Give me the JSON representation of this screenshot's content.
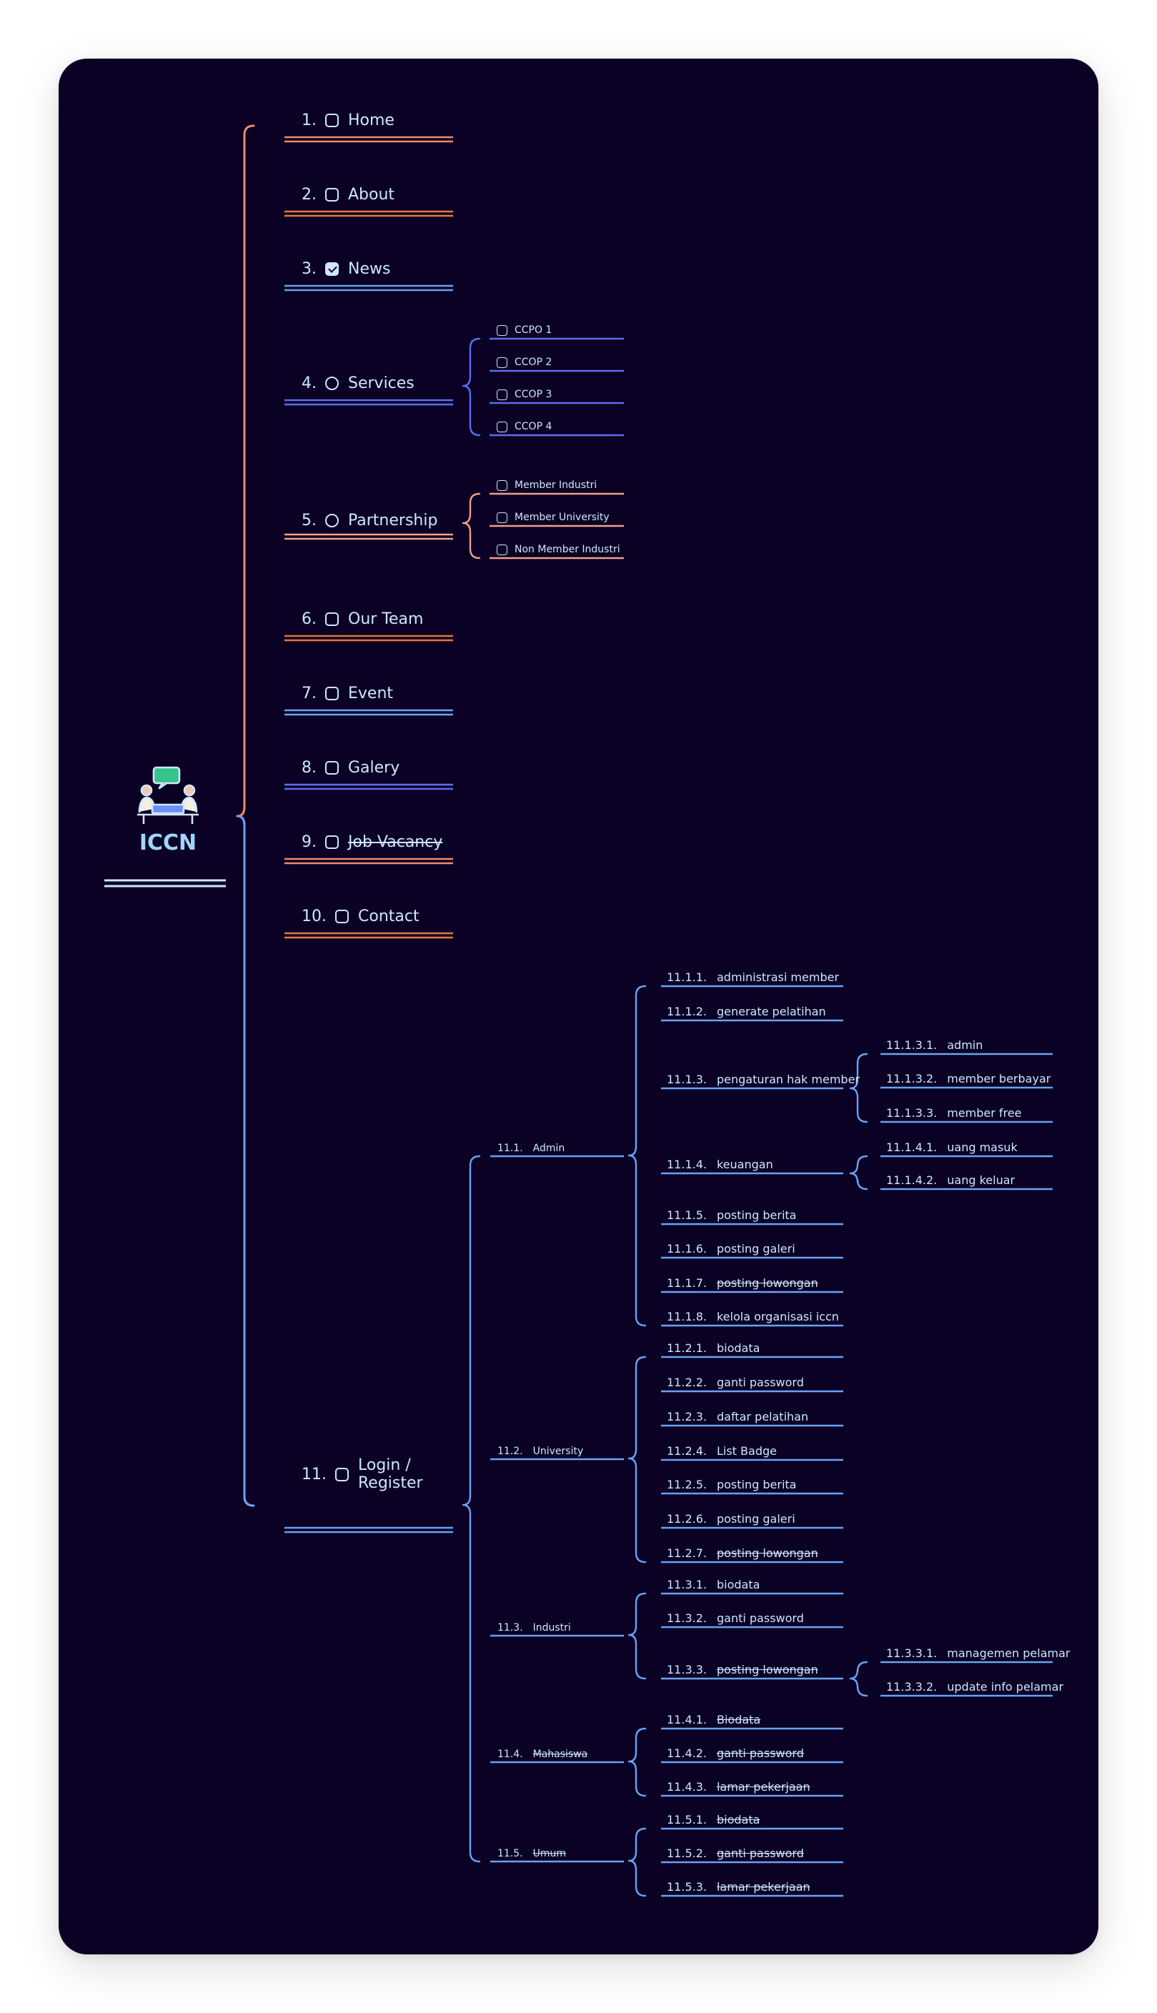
{
  "root": {
    "title": "ICCN",
    "icon": "meeting-people-icon"
  },
  "colors": {
    "background": "#0a0124",
    "card_bg": "#0a0124",
    "text": "#cfe6ff",
    "root_text": "#9fd6ff"
  },
  "menu": [
    {
      "num": "1.",
      "label": "Home",
      "check": "box",
      "color": "#f08a6c"
    },
    {
      "num": "2.",
      "label": "About",
      "check": "box",
      "color": "#e8783a"
    },
    {
      "num": "3.",
      "label": "News",
      "check": "checked",
      "color": "#6aa2f7"
    },
    {
      "num": "4.",
      "label": "Services",
      "check": "circle",
      "color": "#5b6ef0",
      "children": [
        {
          "label": "CCPO 1"
        },
        {
          "label": "CCOP 2"
        },
        {
          "label": "CCOP 3"
        },
        {
          "label": "CCOP 4"
        }
      ]
    },
    {
      "num": "5.",
      "label": "Partnership",
      "check": "circle",
      "color": "#f0a08a",
      "children": [
        {
          "label": "Member Industri"
        },
        {
          "label": "Member University"
        },
        {
          "label": "Non Member Industri"
        }
      ]
    },
    {
      "num": "6.",
      "label": "Our Team",
      "check": "box",
      "color": "#e8783a"
    },
    {
      "num": "7.",
      "label": "Event",
      "check": "box",
      "color": "#6aa2f7"
    },
    {
      "num": "8.",
      "label": "Galery",
      "check": "box",
      "color": "#5b6ef0"
    },
    {
      "num": "9.",
      "label": "Job Vacancy",
      "check": "box",
      "color": "#f08a6c",
      "strike": true
    },
    {
      "num": "10.",
      "label": "Contact",
      "check": "box",
      "color": "#e8783a"
    },
    {
      "num": "11.",
      "label": "Login / Register",
      "check": "box",
      "color": "#6aa2f7",
      "children": [
        {
          "num": "11.1.",
          "label": "Admin",
          "children": [
            {
              "num": "11.1.1.",
              "label": "administrasi member"
            },
            {
              "num": "11.1.2.",
              "label": "generate pelatihan"
            },
            {
              "num": "11.1.3.",
              "label": "pengaturan hak member",
              "children": [
                {
                  "num": "11.1.3.1.",
                  "label": "admin"
                },
                {
                  "num": "11.1.3.2.",
                  "label": "member berbayar"
                },
                {
                  "num": "11.1.3.3.",
                  "label": "member free"
                }
              ]
            },
            {
              "num": "11.1.4.",
              "label": "keuangan",
              "children": [
                {
                  "num": "11.1.4.1.",
                  "label": "uang masuk"
                },
                {
                  "num": "11.1.4.2.",
                  "label": "uang keluar"
                }
              ]
            },
            {
              "num": "11.1.5.",
              "label": "posting berita"
            },
            {
              "num": "11.1.6.",
              "label": "posting galeri"
            },
            {
              "num": "11.1.7.",
              "label": "posting lowongan",
              "strike": true
            },
            {
              "num": "11.1.8.",
              "label": "kelola organisasi iccn"
            }
          ]
        },
        {
          "num": "11.2.",
          "label": "University",
          "children": [
            {
              "num": "11.2.1.",
              "label": "biodata"
            },
            {
              "num": "11.2.2.",
              "label": "ganti password"
            },
            {
              "num": "11.2.3.",
              "label": "daftar pelatihan"
            },
            {
              "num": "11.2.4.",
              "label": "List Badge"
            },
            {
              "num": "11.2.5.",
              "label": "posting berita"
            },
            {
              "num": "11.2.6.",
              "label": "posting galeri"
            },
            {
              "num": "11.2.7.",
              "label": "posting lowongan",
              "strike": true
            }
          ]
        },
        {
          "num": "11.3.",
          "label": "Industri",
          "children": [
            {
              "num": "11.3.1.",
              "label": "biodata"
            },
            {
              "num": "11.3.2.",
              "label": "ganti password"
            },
            {
              "num": "11.3.3.",
              "label": "posting lowongan",
              "strike": true,
              "children": [
                {
                  "num": "11.3.3.1.",
                  "label": "managemen pelamar"
                },
                {
                  "num": "11.3.3.2.",
                  "label": "update info pelamar"
                }
              ]
            }
          ]
        },
        {
          "num": "11.4.",
          "label": "Mahasiswa",
          "strike": true,
          "children": [
            {
              "num": "11.4.1.",
              "label": "Biodata",
              "strike": true
            },
            {
              "num": "11.4.2.",
              "label": "ganti password",
              "strike": true
            },
            {
              "num": "11.4.3.",
              "label": "lamar pekerjaan",
              "strike": true
            }
          ]
        },
        {
          "num": "11.5.",
          "label": "Umum",
          "strike": true,
          "children": [
            {
              "num": "11.5.1.",
              "label": "biodata",
              "strike": true
            },
            {
              "num": "11.5.2.",
              "label": "ganti password",
              "strike": true
            },
            {
              "num": "11.5.3.",
              "label": "lamar pekerjaan",
              "strike": true
            }
          ]
        }
      ]
    }
  ]
}
